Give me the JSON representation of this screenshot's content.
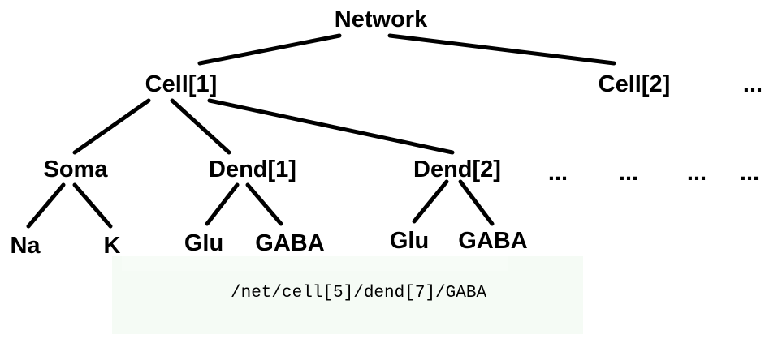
{
  "tree": {
    "root": "Network",
    "cells": [
      "Cell[1]",
      "Cell[2]"
    ],
    "cell_ellipsis": "...",
    "compartments": [
      "Soma",
      "Dend[1]",
      "Dend[2]"
    ],
    "compartment_ellipses": [
      "...",
      "...",
      "...",
      "..."
    ],
    "channels": {
      "soma": [
        "Na",
        "K"
      ],
      "dend1": [
        "Glu",
        "GABA"
      ],
      "dend2": [
        "Glu",
        "GABA"
      ]
    }
  },
  "example_path": "/net/cell[5]/dend[7]/GABA",
  "colors": {
    "text": "#000000",
    "edge": "#000000",
    "background": "#ffffff",
    "path_box": "#f5fbf5"
  }
}
